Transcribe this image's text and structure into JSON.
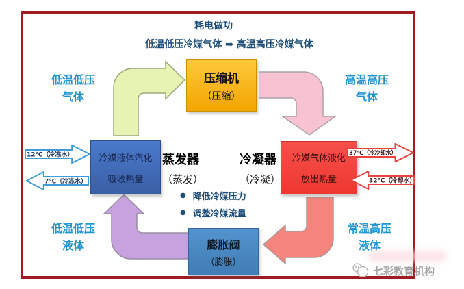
{
  "header": {
    "title": "耗电做功",
    "subtitle": "低温低压冷媒气体 ➡ 高温高压冷媒气体"
  },
  "cycle": {
    "compressor": {
      "title": "压缩机",
      "sub": "（压缩）"
    },
    "condenser": {
      "label": "冷凝器",
      "label_sub": "（冷凝）",
      "box_line1": "冷媒气体液化",
      "box_line2": "放出热量"
    },
    "evaporator": {
      "label": "蒸发器",
      "label_sub": "（蒸发）",
      "box_line1": "冷媒液体汽化",
      "box_line2": "吸收热量"
    },
    "expansion_valve": {
      "title": "膨胀阀",
      "sub": "（膨胀）"
    },
    "bullet": "●",
    "notes": [
      "降低冷媒压力",
      "调整冷媒流量"
    ]
  },
  "states": {
    "top_left": {
      "line1": "低温低压",
      "line2": "气体"
    },
    "top_right": {
      "line1": "高温高压",
      "line2": "气体"
    },
    "bottom_left": {
      "line1": "低温低压",
      "line2": "液体"
    },
    "bottom_right": {
      "line1": "常温高压",
      "line2": "液体"
    }
  },
  "water": {
    "chilled_in": "12℃（冷冻水）",
    "chilled_out": "7℃（冷冻水）",
    "cooling_out": "37℃（冷冷却水）",
    "cooling_in": "32℃（冷却水）"
  },
  "watermark": {
    "text": "七彩教育机构"
  },
  "colors": {
    "frame_border": "#A11B22",
    "compressor_fill": "#FBB317",
    "condenser_fill": "#F5413C",
    "evaporator_fill": "#3F68B4",
    "expansion_valve_fill": "#4A89C6",
    "arrow_green": "#E7F3B2",
    "arrow_pink": "#F7C3D0",
    "arrow_salmon": "#F4847C",
    "arrow_purple": "#C6A3DE",
    "state_label_blue": "#2196D3",
    "header_navy": "#1F4E79",
    "water_arrow_blue": "#3E9CD9",
    "water_arrow_red": "#E8433E",
    "watermark_gray": "#A6A6A6"
  }
}
